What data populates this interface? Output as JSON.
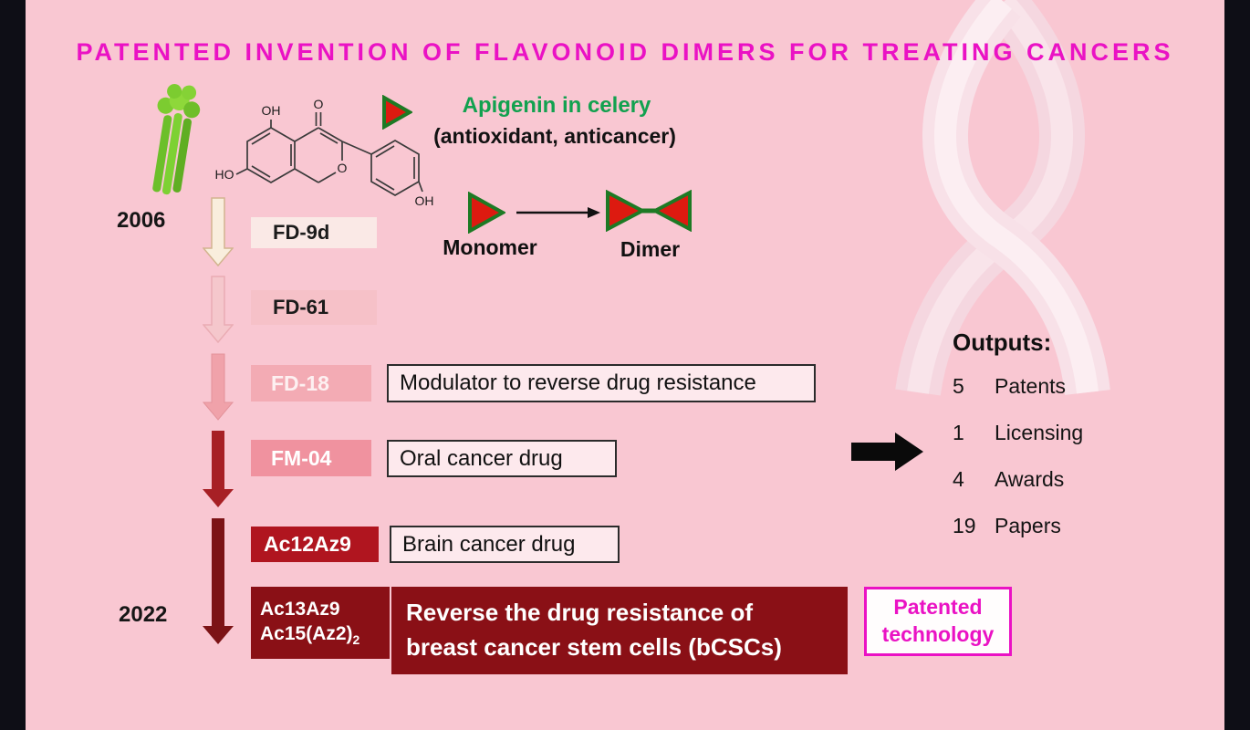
{
  "title": "PATENTED INVENTION OF FLAVONOID DIMERS FOR TREATING CANCERS",
  "legend": {
    "source_line1": "Apigenin in celery",
    "source_line2": "(antioxidant, anticancer)",
    "monomer_label": "Monomer",
    "dimer_label": "Dimer"
  },
  "structure_labels": {
    "oh_top": "OH",
    "o_carbonyl": "O",
    "ho_left": "HO",
    "o_ring": "O",
    "oh_phenyl": "OH"
  },
  "timeline": {
    "start_year": "2006",
    "end_year": "2022"
  },
  "compounds": [
    {
      "label": "FD-9d"
    },
    {
      "label": "FD-61"
    },
    {
      "label": "FD-18",
      "description": "Modulator to reverse drug resistance"
    },
    {
      "label": "FM-04",
      "description": "Oral cancer drug"
    },
    {
      "label": "Ac12Az9",
      "description": "Brain cancer drug"
    },
    {
      "label_line1": "Ac13Az9",
      "label_line2": "Ac15(Az2)",
      "label_line2_sub": "2",
      "description_line1": "Reverse the drug resistance of",
      "description_line2": "breast cancer stem cells (bCSCs)"
    }
  ],
  "outputs": {
    "heading": "Outputs:",
    "items": [
      {
        "count": "5",
        "label": "Patents"
      },
      {
        "count": "1",
        "label": "Licensing"
      },
      {
        "count": "4",
        "label": "Awards"
      },
      {
        "count": "19",
        "label": "Papers"
      }
    ]
  },
  "patented_technology": {
    "line1": "Patented",
    "line2": "technology"
  },
  "colors": {
    "background": "#f9c7d2",
    "title_magenta": "#ea12c4",
    "green_text": "#12a14f",
    "triangle_red": "#dd1a10",
    "triangle_green": "#1d7a24",
    "crimson_box": "#b0151f",
    "maroon_box": "#8a1016",
    "ribbon_pink": "#f8e1e8"
  }
}
